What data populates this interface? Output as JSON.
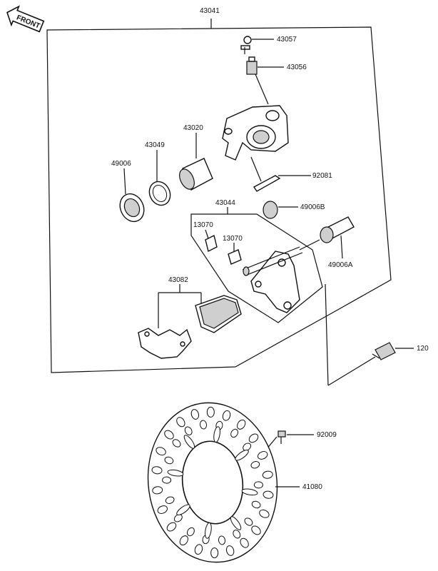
{
  "front_label": "FRONT",
  "parts": {
    "p43041": "43041",
    "p43057": "43057",
    "p43056": "43056",
    "p43020": "43020",
    "p43049": "43049",
    "p49006": "49006",
    "p92081": "92081",
    "p43044": "43044",
    "p49006B": "49006B",
    "p13070a": "13070",
    "p13070b": "13070",
    "p49006A": "49006A",
    "p43082": "43082",
    "p120": "120",
    "p92009": "92009",
    "p41080": "41080"
  },
  "colors": {
    "ink": "#111111",
    "background": "#ffffff",
    "shade": "#cfcfcf"
  }
}
